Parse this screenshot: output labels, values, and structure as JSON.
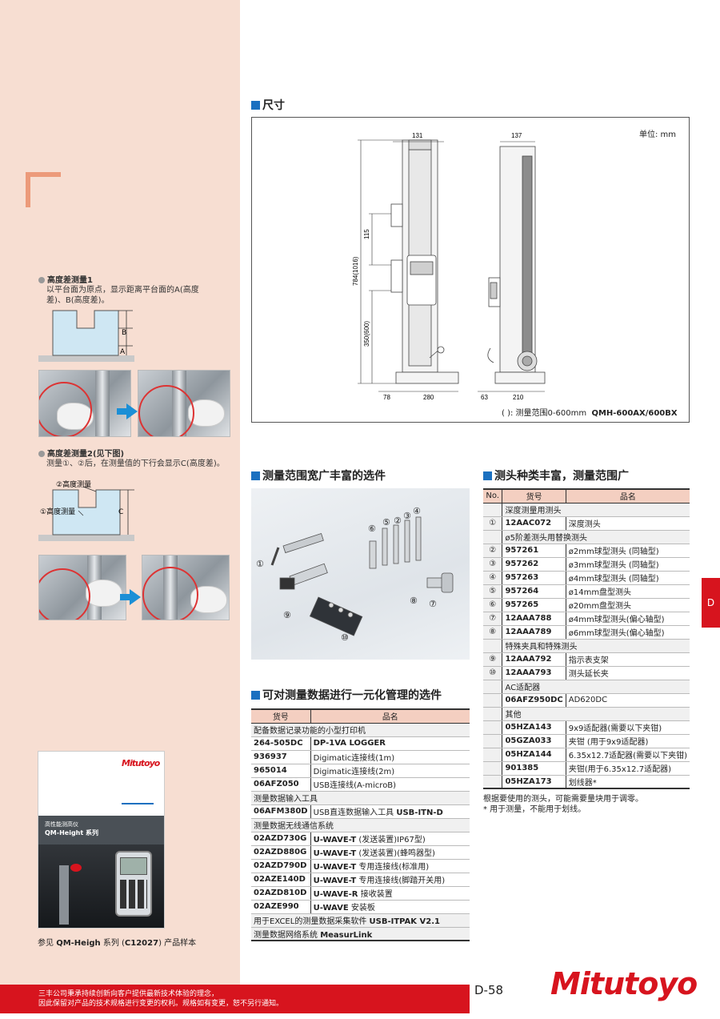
{
  "left": {
    "note1": {
      "title": "高度差测量1",
      "line1": "以平台面为原点，显示距离平台面的A(高度",
      "line2": "差)、B(高度差)。",
      "label_a": "A",
      "label_b": "B"
    },
    "note2": {
      "title": "高度差测量2(见下图)",
      "line1": "测量①、②后，在测量值的下行会显示C(高度差)。",
      "label_meas2": "②高度测量",
      "label_meas1": "①高度测量",
      "label_c": "C"
    },
    "catalog": {
      "brand": "Mitutoyo",
      "series_cn": "高性能测高仪",
      "series": "QM-Height 系列",
      "ref_prefix": "参见 ",
      "ref_bold1": "QM-Heigh",
      "ref_mid": " 系列 (",
      "ref_bold2": "C12027",
      "ref_suffix": ") 产品样本"
    }
  },
  "dimensions": {
    "title": "尺寸",
    "unit": "单位: mm",
    "caption": "(   ): 测量范围0-600mm",
    "model": "QMH-600AX/600BX",
    "d131": "131",
    "d137": "137",
    "d115": "115",
    "d784": "784(1016)",
    "d350": "350(600)",
    "d78": "78",
    "d280": "280",
    "d63": "63",
    "d210": "210"
  },
  "accessories": {
    "title": "测量范围宽广丰富的选件",
    "markers": [
      "①",
      "②",
      "③",
      "④",
      "⑤",
      "⑥",
      "⑦",
      "⑧",
      "⑨",
      "⑩"
    ]
  },
  "data_mgmt": {
    "title": "可对测量数据进行一元化管理的选件",
    "header": {
      "code": "货号",
      "name": "品名"
    },
    "rows": [
      {
        "group": "配备数据记录功能的小型打印机"
      },
      {
        "code": "264-505DC",
        "bold": "DP-1VA LOGGER",
        "name": ""
      },
      {
        "code": "936937",
        "bold": "",
        "name": "Digimatic连接线(1m)"
      },
      {
        "code": "965014",
        "bold": "",
        "name": "Digimatic连接线(2m)"
      },
      {
        "code": "06AFZ050",
        "bold": "",
        "name": "USB连接线(A-microB)"
      },
      {
        "group": "测量数据输入工具"
      },
      {
        "code": "06AFM380D",
        "bold": "USB-ITN-D",
        "name": "USB直连数据输入工具 ",
        "bold_after": true
      },
      {
        "group": "测量数据无线通信系统"
      },
      {
        "code": "02AZD730G",
        "bold": "U-WAVE-T",
        "name": " (发送装置)IP67型)"
      },
      {
        "code": "02AZD880G",
        "bold": "U-WAVE-T",
        "name": " (发送装置)(蜂鸣器型)"
      },
      {
        "code": "02AZD790D",
        "bold": "U-WAVE-T",
        "name": " 专用连接线(标准用)"
      },
      {
        "code": "02AZE140D",
        "bold": "U-WAVE-T",
        "name": " 专用连接线(脚踏开关用)"
      },
      {
        "code": "02AZD810D",
        "bold": "U-WAVE-R",
        "name": " 接收装置"
      },
      {
        "code": "02AZE990",
        "bold": "U-WAVE",
        "name": " 安装板"
      },
      {
        "group": "用于EXCEL的测量数据采集软件 ",
        "group_bold": "USB-ITPAK V2.1"
      },
      {
        "group": "测量数据网络系统 ",
        "group_bold": "MeasurLink"
      }
    ]
  },
  "probes": {
    "title": "测头种类丰富，测量范围广",
    "header": {
      "no": "No.",
      "code": "货号",
      "name": "品名"
    },
    "rows": [
      {
        "group": "深度测量用测头"
      },
      {
        "no": "①",
        "code": "12AAC072",
        "name": "深度测头"
      },
      {
        "group": "ø5阶差测头用替换测头"
      },
      {
        "no": "②",
        "code": "957261",
        "name": "ø2mm球型测头 (同轴型)"
      },
      {
        "no": "③",
        "code": "957262",
        "name": "ø3mm球型测头 (同轴型)"
      },
      {
        "no": "④",
        "code": "957263",
        "name": "ø4mm球型测头 (同轴型)"
      },
      {
        "no": "⑤",
        "code": "957264",
        "name": "ø14mm盘型测头"
      },
      {
        "no": "⑥",
        "code": "957265",
        "name": "ø20mm盘型测头"
      },
      {
        "no": "⑦",
        "code": "12AAA788",
        "name": "ø4mm球型测头(偏心轴型)"
      },
      {
        "no": "⑧",
        "code": "12AAA789",
        "name": "ø6mm球型测头(偏心轴型)"
      },
      {
        "group": "特殊夹具和特殊测头"
      },
      {
        "no": "⑨",
        "code": "12AAA792",
        "name": "指示表支架"
      },
      {
        "no": "⑩",
        "code": "12AAA793",
        "name": "测头延长夹"
      },
      {
        "group": "AC适配器"
      },
      {
        "no": "",
        "code": "06AFZ950DC",
        "name": "AD620DC"
      },
      {
        "group": "其他"
      },
      {
        "no": "",
        "code": "05HZA143",
        "name": "9x9适配器(需要以下夹钳)"
      },
      {
        "no": "",
        "code": "05GZA033",
        "name": "夹钳 (用于9x9适配器)"
      },
      {
        "no": "",
        "code": "05HZA144",
        "name": "6.35x12.7适配器(需要以下夹钳)"
      },
      {
        "no": "",
        "code": "901385",
        "name": "夹钳(用于6.35x12.7适配器)"
      },
      {
        "no": "",
        "code": "05HZA173",
        "name": "划线器*"
      }
    ],
    "note1": "根据要使用的测头，可能需要量块用于调零。",
    "note2": "* 用于测量，不能用于划线。"
  },
  "footer": {
    "line1": "三丰公司秉承持续创新向客户提供最新技术体验的理念，",
    "line2": "因此保留对产品的技术规格进行变更的权利。规格如有变更，恕不另行通知。",
    "page": "D-58",
    "brand": "Mitutoyo",
    "side_tab": "D"
  },
  "colors": {
    "accent_red": "#d7141e",
    "blue": "#1b70c0",
    "peach": "#f7ded2",
    "table_header": "#f4cfc1"
  }
}
